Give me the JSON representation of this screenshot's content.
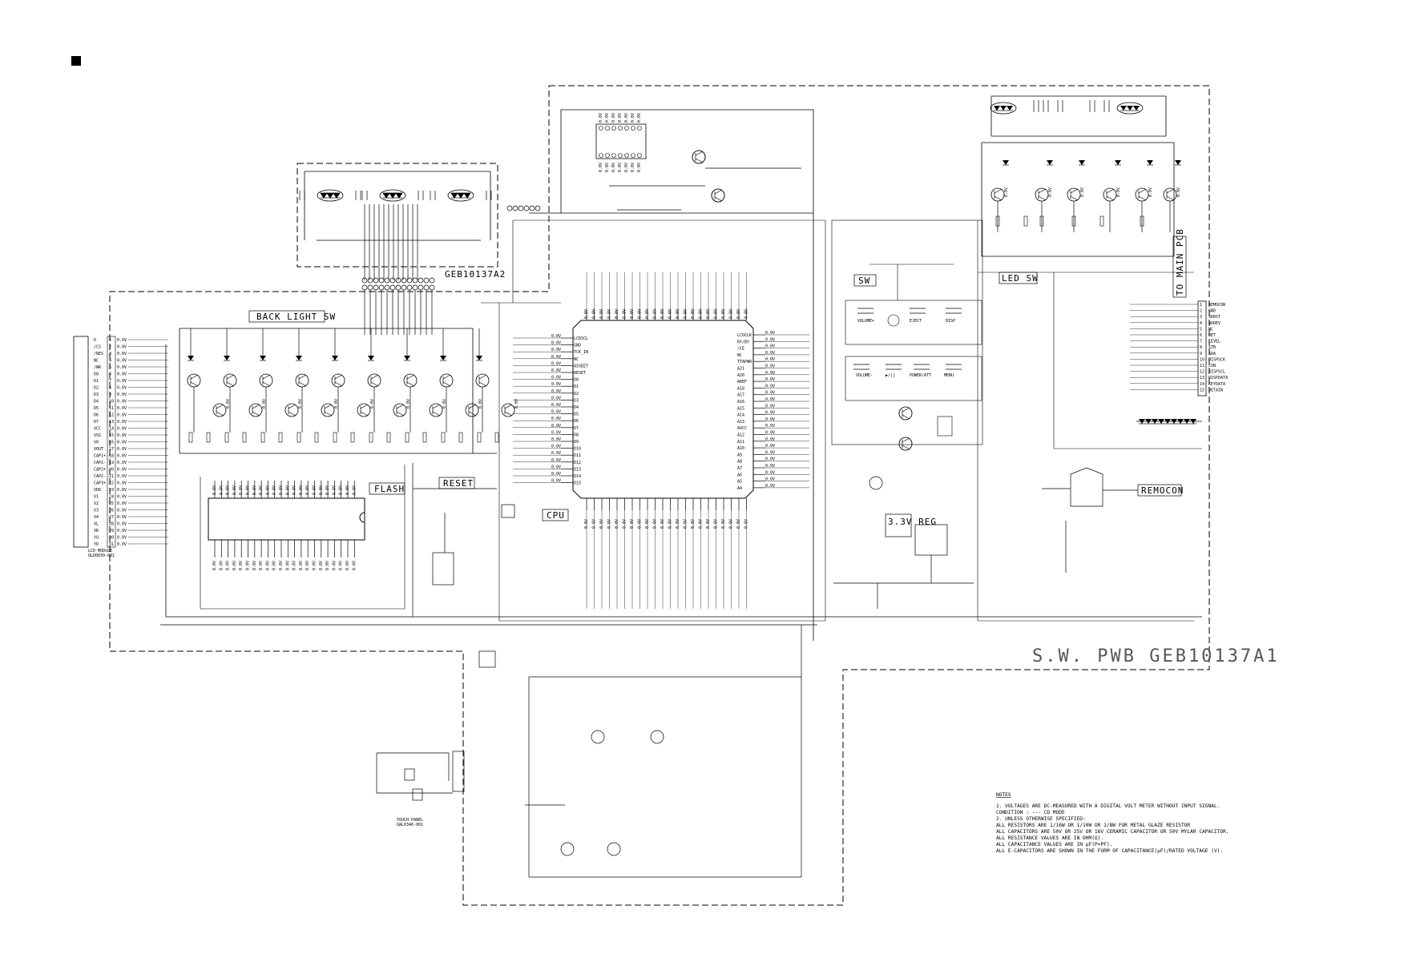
{
  "board": {
    "main_pwb": "S.W.  PWB  GEB10137A1",
    "sub_pwb": "GEB10137A2"
  },
  "blocks": {
    "back_light_sw": "BACK LIGHT SW",
    "flash": "FLASH",
    "reset": "RESET",
    "cpu": "CPU",
    "sw": "SW",
    "led_sw": "LED SW",
    "reg": "3.3V REG",
    "remocon": "REMOCON",
    "to_main_pcb": "TO MAIN PCB"
  },
  "modules": {
    "lcd_module": "LCD MODULE",
    "lcd_part": "QLD0039-001",
    "touch_panel": "TOUCH PANEL",
    "touch_part": "QAL0346-001"
  },
  "switches": {
    "row1": [
      "VOLUME+",
      "EJECT",
      "DISP"
    ],
    "row2": [
      "VOLUME-",
      "▶/||",
      "POWER/ATT",
      "MENU"
    ]
  },
  "lcd_pins": [
    "D",
    "/CS",
    "/RES",
    "NC",
    "/WR",
    "D0",
    "D1",
    "D2",
    "D3",
    "D4",
    "D5",
    "D6",
    "D7",
    "VCC",
    "VSS",
    "V0",
    "VOUT",
    "CAP1+",
    "CAP1-",
    "CAP2+",
    "CAP2-",
    "CAP3+",
    "VDD",
    "V1",
    "V2",
    "V3",
    "V4",
    "XL",
    "XR",
    "YU",
    "YD"
  ],
  "main_conn_pins": [
    "REMOCON",
    "GND",
    "SDRST",
    "NODEV",
    "NC",
    "DET",
    "LEVEL",
    "STB",
    "SDA",
    "DISPSCK",
    "CON",
    "DISPSCL",
    "DISPDATA",
    "KEYDATA",
    "DETAIN"
  ],
  "cpu_left_pins": [
    "LCDSCL",
    "GND",
    "TCK_IN",
    "NC",
    "ASSEET",
    "RESET",
    "D0",
    "D1",
    "D2",
    "D3",
    "D4",
    "D5",
    "D6",
    "D7",
    "D8",
    "D9",
    "D10",
    "D11",
    "D12",
    "D13",
    "D14",
    "D15"
  ],
  "cpu_right_pins": [
    "LCDCLK",
    "RY/BY",
    "/CE",
    "NC",
    "TTAPWR",
    "A21",
    "A20",
    "AREF",
    "A18",
    "A17",
    "A16",
    "A15",
    "A14",
    "A13",
    "AVCC",
    "A12",
    "A11",
    "A10",
    "A9",
    "A8",
    "A7",
    "A6",
    "A5",
    "A4"
  ],
  "voltage_label": "0.0V",
  "notes": {
    "title": "NOTES",
    "lines": [
      "1. VOLTAGES ARE DC-MEASURED WITH A DIGITAL VOLT METER WITHOUT INPUT SIGNAL.",
      "   CONDITION : ---  CD MODE",
      "2. UNLESS OTHERWISE SPECIFIED:",
      "   ALL RESISTORS ARE 1/16W OR 1/10W OR 1/8W FOR METAL GLAZE RESISTOR",
      "   ALL CAPACITORS ARE 50V OR 25V OR 16V CERAMIC CAPACITOR OR 50V MYLAR CAPACITOR.",
      "   ALL RESISTANCE VALUES ARE IN OHM(Ω).",
      "   ALL CAPACITANCE VALUES ARE IN μF(P=PF).",
      "   ALL E-CAPACITORS ARE SHOWN IN THE FORM OF CAPACITANCE(μF)/RATED VOLTAGE (V)."
    ]
  }
}
